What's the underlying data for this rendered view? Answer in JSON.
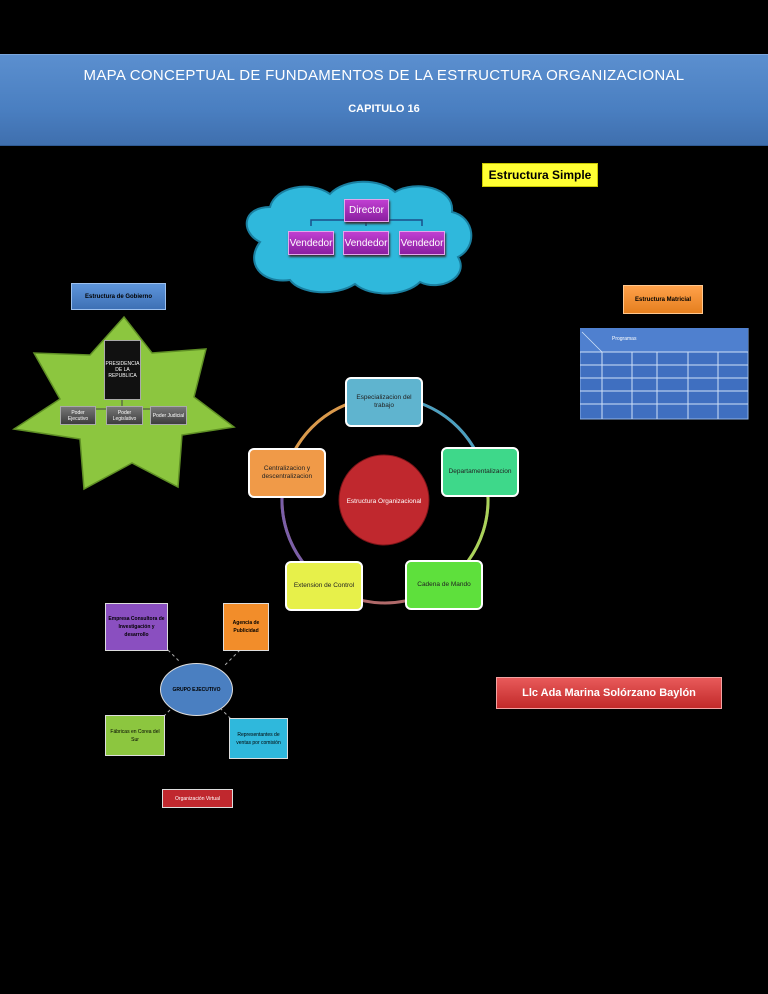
{
  "header": {
    "title": "MAPA CONCEPTUAL DE FUNDAMENTOS DE LA ESTRUCTURA ORGANIZACIONAL",
    "subtitle": "CAPITULO 16"
  },
  "simple": {
    "label": "Estructura Simple",
    "director": "Director",
    "vendedores": [
      "Vendedor",
      "Vendedor",
      "Vendedor"
    ]
  },
  "gobierno": {
    "label": "Estructura de Gobierno",
    "presidencia": "PRESIDENCIA DE LA REPUBLICA",
    "poderes": [
      "Poder Ejecutivo",
      "Poder Legislativo",
      "Poder Judicial"
    ]
  },
  "matricial": {
    "label": "Estructura Matricial",
    "header": "Programas"
  },
  "cycle": {
    "center": "Estructura Organizacional",
    "nodes": [
      "Especializacion del trabajo",
      "Departamentalizacion",
      "Cadena de Mando",
      "Extension de Control",
      "Centralizacion y descentralizacion"
    ]
  },
  "virtual": {
    "center": "GRUPO EJECUTIVO",
    "nodes": [
      "Empresa Consultora de Investigación y desarrollo",
      "Agencia de Publicidad",
      "Fábricas en Corea del Sur",
      "Representantes de ventas por comisión"
    ],
    "label": "Organización Virtual"
  },
  "author": "Llc Ada Marina Solórzano Baylón",
  "colors": {
    "banner": "#4a7fc1",
    "cloud": "#2fb8dc",
    "star": "#8cc63f",
    "center": "#c0282e"
  }
}
